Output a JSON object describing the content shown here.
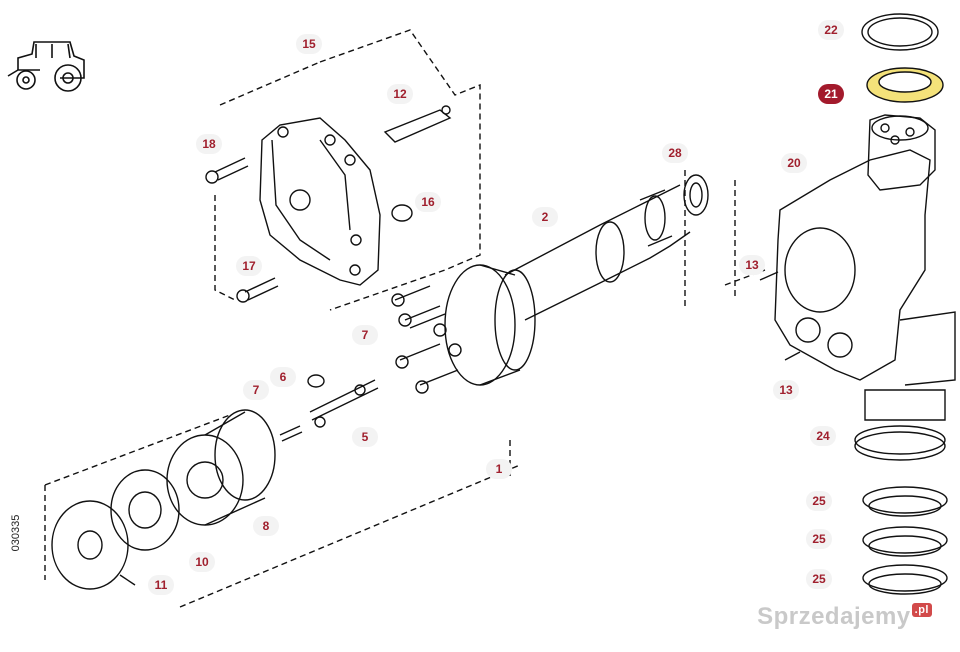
{
  "diagram": {
    "document_number": "030335",
    "highlight_color": "#f4e27a",
    "label_color": "#a0202e",
    "highlighted_label": "21",
    "part_labels": {
      "p1": "1",
      "p2": "2",
      "p5": "5",
      "p6": "6",
      "p7a": "7",
      "p7b": "7",
      "p8": "8",
      "p10": "10",
      "p11": "11",
      "p12": "12",
      "p13a": "13",
      "p13b": "13",
      "p15": "15",
      "p16": "16",
      "p17": "17",
      "p18": "18",
      "p20": "20",
      "p21": "21",
      "p22": "22",
      "p24": "24",
      "p25a": "25",
      "p25b": "25",
      "p25c": "25",
      "p28": "28"
    },
    "icons": [
      "tractor-icon"
    ]
  },
  "watermark": {
    "text": "Sprzedajemy",
    "tld": ".pl"
  }
}
